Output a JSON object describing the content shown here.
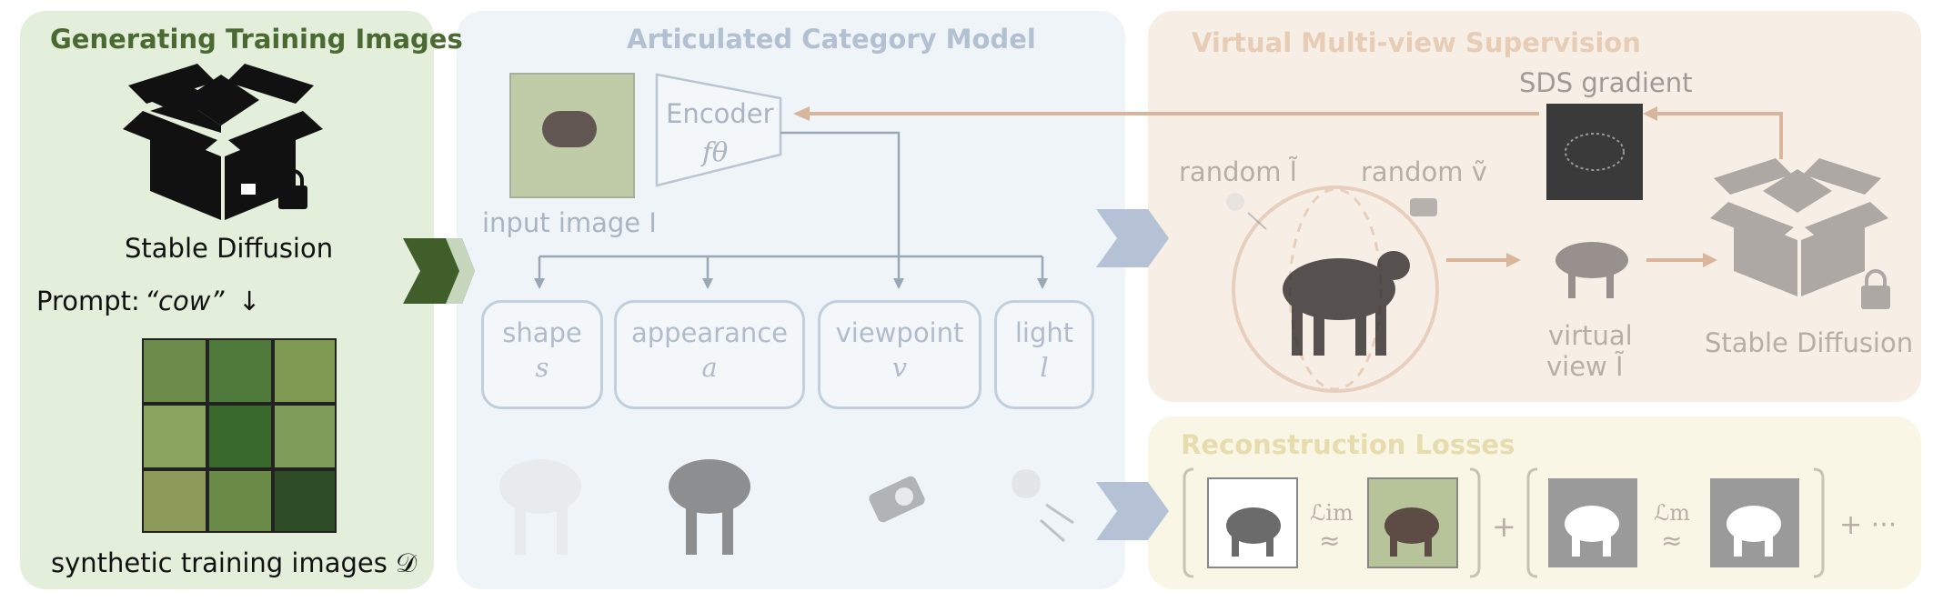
{
  "generating": {
    "title": "Generating Training Images",
    "model_label": "Stable Diffusion",
    "prompt_label": "Prompt:",
    "prompt_value": "“cow”",
    "prompt_arrow": "↓",
    "dataset_label": "synthetic training images 𝒟"
  },
  "articulated": {
    "title": "Articulated Category Model",
    "encoder_label": "Encoder",
    "encoder_symbol": "fθ",
    "input_label": "input image I",
    "nodes": [
      {
        "label": "shape",
        "symbol": "s"
      },
      {
        "label": "appearance",
        "symbol": "a"
      },
      {
        "label": "viewpoint",
        "symbol": "v"
      },
      {
        "label": "light",
        "symbol": "l"
      }
    ]
  },
  "virtual": {
    "title": "Virtual Multi-view Supervision",
    "sds_label": "SDS gradient",
    "random_light_label": "random l̃",
    "random_view_label": "random ṽ",
    "virtual_view_label_1": "virtual",
    "virtual_view_label_2": "view Ĩ",
    "model_label": "Stable Diffusion"
  },
  "reconstruction": {
    "title": "Reconstruction Losses",
    "loss_im": "ℒim",
    "loss_m": "ℒm",
    "approx": "≈",
    "plus": "+",
    "ellipsis": "+ ···"
  },
  "colors": {
    "gen_bg": "#e3eedb",
    "art_bg": "#eef4f8",
    "virt_bg": "#f7eee6",
    "rec_bg": "#f9f6e6",
    "chevron_dark": "#3f5e2a",
    "chevron_blue": "#b5c2d6",
    "arrow_orange": "#d9b59c"
  }
}
